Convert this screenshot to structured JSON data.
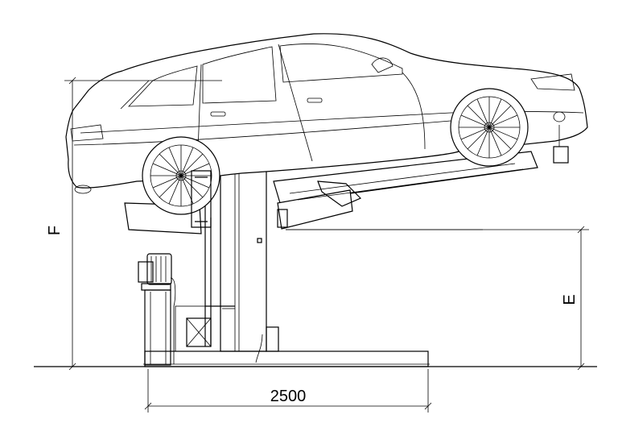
{
  "dimensions": {
    "height_total_label": "F",
    "height_platform_label": "E",
    "width_label": "2500"
  }
}
